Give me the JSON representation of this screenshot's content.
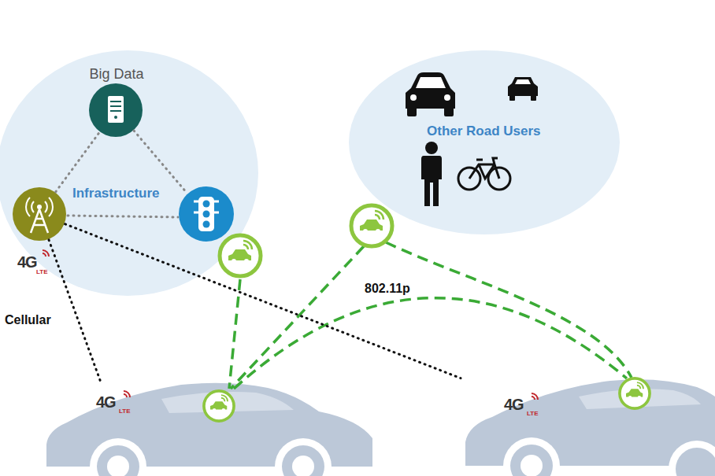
{
  "diagram": {
    "nodes": [
      {
        "text": [
          "Infrastructure"
        ]
      },
      {
        "text": [
          "Big Data"
        ],
        "in": 0
      },
      {
        "text": [
          "4G",
          "LTE"
        ],
        "in": 0
      },
      {
        "text": [
          "Other Road Users"
        ]
      },
      {
        "text": [
          "4G",
          "LTE"
        ]
      },
      {
        "text": [
          "4G",
          "LTE"
        ]
      }
    ],
    "edges": [
      {
        "from": 2,
        "to": 1,
        "arrow": "none"
      },
      {
        "from": 2,
        "to": 4,
        "arrow": "none",
        "label": "Cellular"
      },
      {
        "from": 2,
        "to": 5,
        "arrow": "none"
      }
    ],
    "labels": [
      "802.11p"
    ]
  }
}
